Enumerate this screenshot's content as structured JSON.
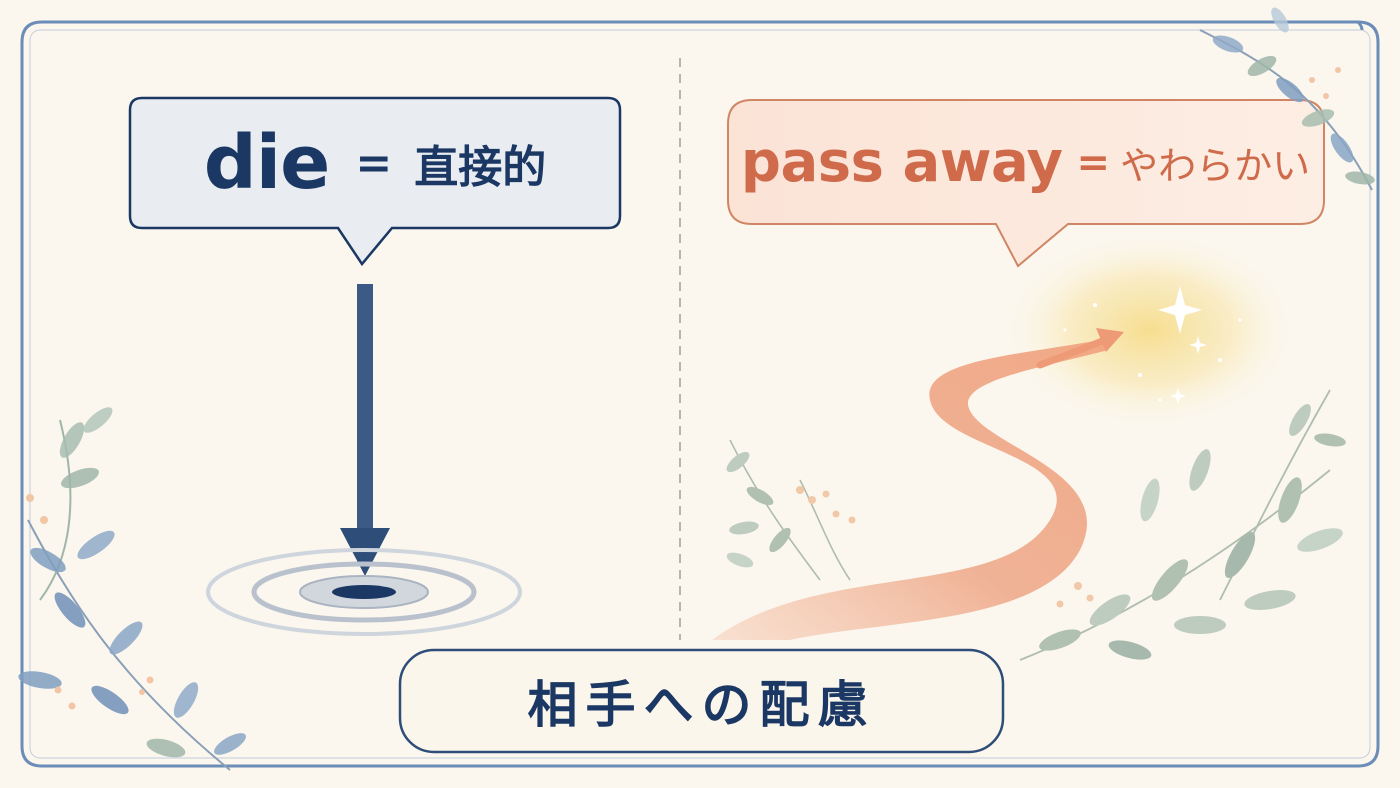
{
  "left_bubble": {
    "word": "die",
    "equals": "=",
    "meaning": "直接的"
  },
  "right_bubble": {
    "word": "pass away",
    "equals": "=",
    "meaning": "やわらかい"
  },
  "bottom_banner": {
    "text": "相手への配慮"
  },
  "colors": {
    "navy": "#1b3763",
    "coral": "#cf6a4a",
    "background": "#fbf7ee",
    "frame": "#6b8db8",
    "glow": "#f6dc8a",
    "leaf": "#9fb3a5"
  }
}
